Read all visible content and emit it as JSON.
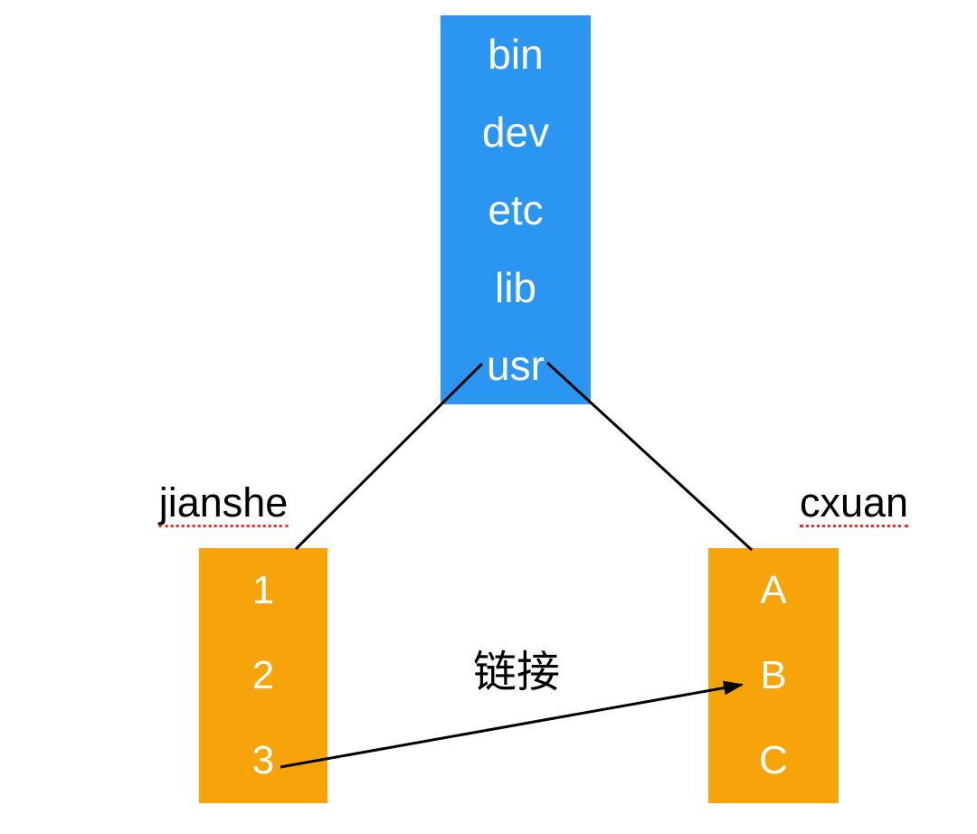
{
  "diagram": {
    "root_box": {
      "entries": [
        "bin",
        "dev",
        "etc",
        "lib",
        "usr"
      ]
    },
    "left_dir": {
      "label": "jianshe",
      "entries": [
        "1",
        "2",
        "3"
      ]
    },
    "right_dir": {
      "label": "cxuan",
      "entries": [
        "A",
        "B",
        "C"
      ]
    },
    "link_label": "链接",
    "colors": {
      "root_box_bg": "#2b96f2",
      "dir_box_bg": "#f7a30a",
      "box_text": "#ffffff",
      "label_text": "#000000",
      "connector": "#000000",
      "misspell_underline": "#ff2619",
      "background": "#ffffff"
    }
  }
}
